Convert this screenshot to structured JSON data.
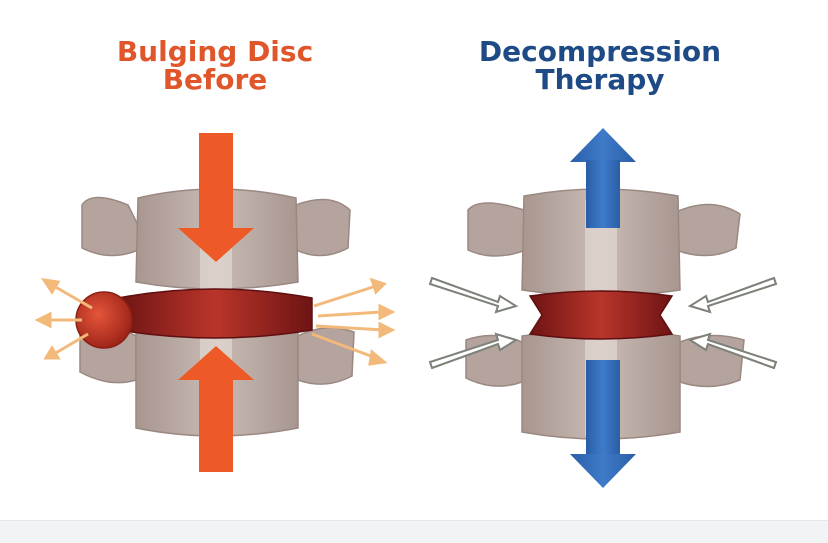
{
  "panels": [
    {
      "title_line1": "Bulging Disc",
      "title_line2": "Before",
      "title_color": "#e0562a"
    },
    {
      "title_line1": "Decompression",
      "title_line2": "Therapy",
      "title_color": "#1e4b86"
    }
  ],
  "colors": {
    "bone": "#b9a9a3",
    "bone_dark": "#9a8882",
    "disc": "#8e1b1b",
    "disc_highlight": "#c63b2a",
    "compression_arrow": "#ee5a27",
    "decompression_arrow": "#2f66b0",
    "bulge_arrow": "#f3b97a",
    "inward_arrow": "#8c9088"
  }
}
